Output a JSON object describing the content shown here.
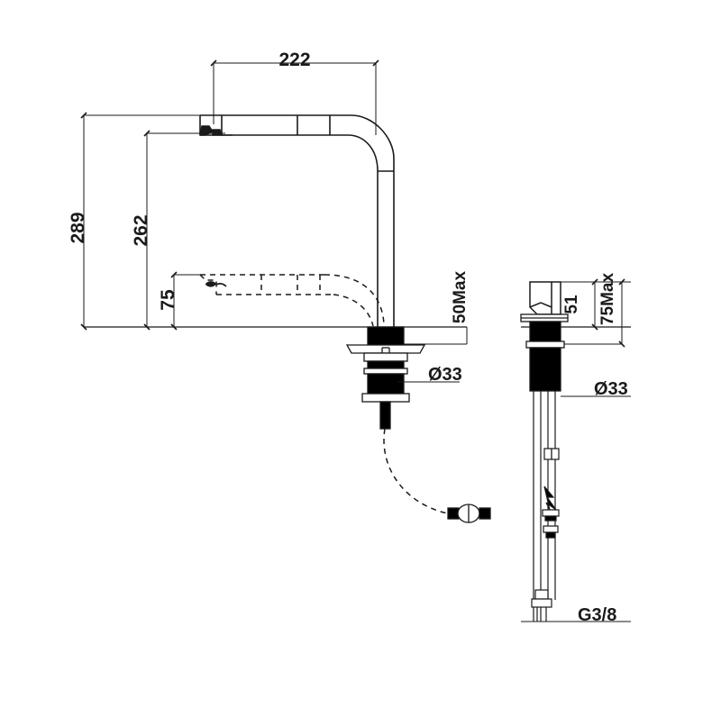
{
  "drawing": {
    "title": "Kitchen pull-out mixer tap dimensional drawing",
    "background_color": "#ffffff",
    "line_color": "#1a1a1a",
    "fill_color": "#000000",
    "views": [
      {
        "name": "side-elevation-spout",
        "description": "Left side elevation of pull-out kitchen mixer spout showing swivel reach and extended spray head"
      },
      {
        "name": "front-elevation-body",
        "description": "Right front elevation of mixer body showing lever, shank and supply hoses"
      }
    ]
  },
  "dimensions": {
    "overall_height": {
      "label": "289",
      "value": 289,
      "unit": "mm",
      "orientation": "vertical",
      "view": "side-elevation-spout"
    },
    "spout_height": {
      "label": "262",
      "value": 262,
      "unit": "mm",
      "orientation": "vertical",
      "view": "side-elevation-spout"
    },
    "clearance_height": {
      "label": "75",
      "value": 75,
      "unit": "mm",
      "orientation": "vertical",
      "view": "side-elevation-spout"
    },
    "spout_reach": {
      "label": "222",
      "value": 222,
      "unit": "mm",
      "orientation": "horizontal",
      "view": "side-elevation-spout"
    },
    "deck_thickness_spout": {
      "label": "50Max",
      "value": 50,
      "unit": "mm",
      "orientation": "vertical",
      "view": "side-elevation-spout"
    },
    "hole_diameter_spout": {
      "label": "Ø33",
      "value": 33,
      "unit": "mm",
      "orientation": "horizontal",
      "view": "side-elevation-spout"
    },
    "lever_height": {
      "label": "51",
      "value": 51,
      "unit": "mm",
      "orientation": "vertical",
      "view": "front-elevation-body"
    },
    "deck_thickness_body": {
      "label": "75Max",
      "value": 75,
      "unit": "mm",
      "orientation": "vertical",
      "view": "front-elevation-body"
    },
    "hole_diameter_body": {
      "label": "Ø33",
      "value": 33,
      "unit": "mm",
      "orientation": "horizontal",
      "view": "front-elevation-body"
    },
    "supply_thread": {
      "label": "G3/8",
      "value": "G3/8",
      "unit": "thread",
      "orientation": "horizontal",
      "view": "front-elevation-body"
    }
  },
  "labels": {
    "overall_height": "289",
    "spout_height": "262",
    "clearance_height": "75",
    "spout_reach": "222",
    "deck_thickness_spout": "50Max",
    "hole_diameter_spout": "Ø33",
    "lever_height": "51",
    "deck_thickness_body": "75Max",
    "hole_diameter_body": "Ø33",
    "supply_thread": "G3/8"
  }
}
